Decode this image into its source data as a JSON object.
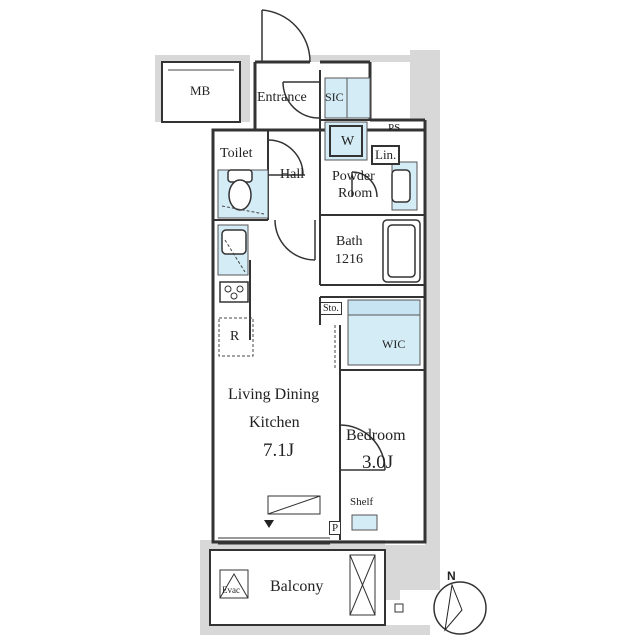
{
  "floor_plan": {
    "rooms": {
      "mb": "MB",
      "entrance": "Entrance",
      "sic": "SIC",
      "ps": "PS",
      "w": "W",
      "lin": "Lin.",
      "toilet": "Toilet",
      "hall": "Hall",
      "powder_room_line1": "Powder",
      "powder_room_line2": "Room",
      "bath_line1": "Bath",
      "bath_line2": "1216",
      "sto": "Sto.",
      "r": "R",
      "wic": "WIC",
      "ldk_line1": "Living Dining",
      "ldk_line2": "Kitchen",
      "ldk_size": "7.1J",
      "bedroom": "Bedroom",
      "bedroom_size": "3.0J",
      "shelf": "Shelf",
      "p": "P",
      "balcony": "Balcony",
      "evac": "Evac"
    },
    "compass_label": "N",
    "colors": {
      "wall": "#333333",
      "storage": "#d4ecf6",
      "grey": "#d8d8d8",
      "line": "#444444"
    }
  }
}
